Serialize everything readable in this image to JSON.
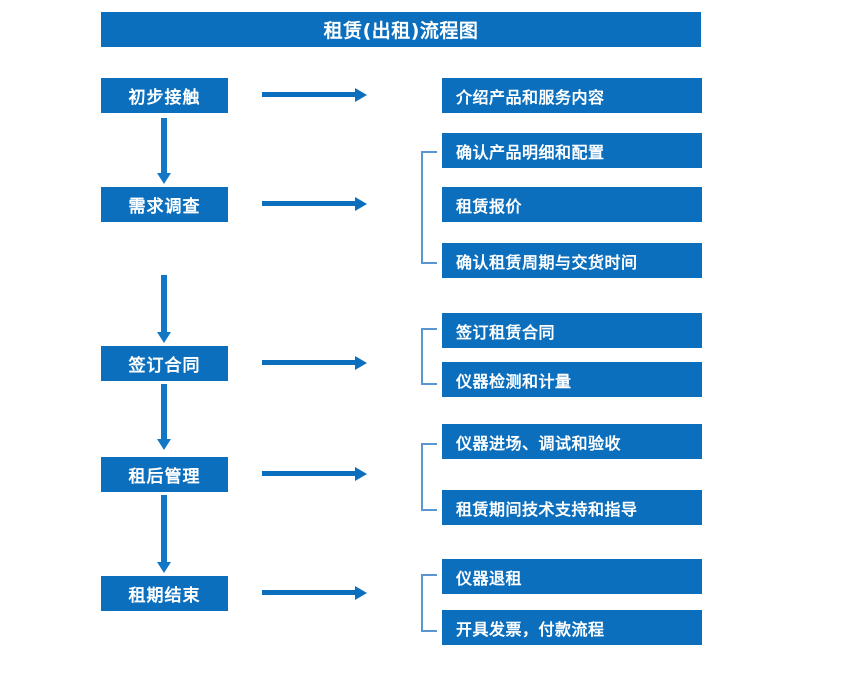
{
  "diagram": {
    "title": "租赁(出租)流程图",
    "stages": [
      {
        "label": "初步接触",
        "details": [
          "介绍产品和服务内容"
        ]
      },
      {
        "label": "需求调查",
        "details": [
          "确认产品明细和配置",
          "租赁报价",
          "确认租赁周期与交货时间"
        ]
      },
      {
        "label": "签订合同",
        "details": [
          "签订租赁合同",
          "仪器检测和计量"
        ]
      },
      {
        "label": "租后管理",
        "details": [
          "仪器进场、调试和验收",
          "租赁期间技术支持和指导"
        ]
      },
      {
        "label": "租期结束",
        "details": [
          "仪器退租",
          "开具发票，付款流程"
        ]
      }
    ],
    "colors": {
      "box_fill": "#0b6fbe",
      "box_text": "#ffffff",
      "arrow": "#1277c4",
      "bracket": "#5b96d2",
      "background": "#ffffff"
    }
  }
}
